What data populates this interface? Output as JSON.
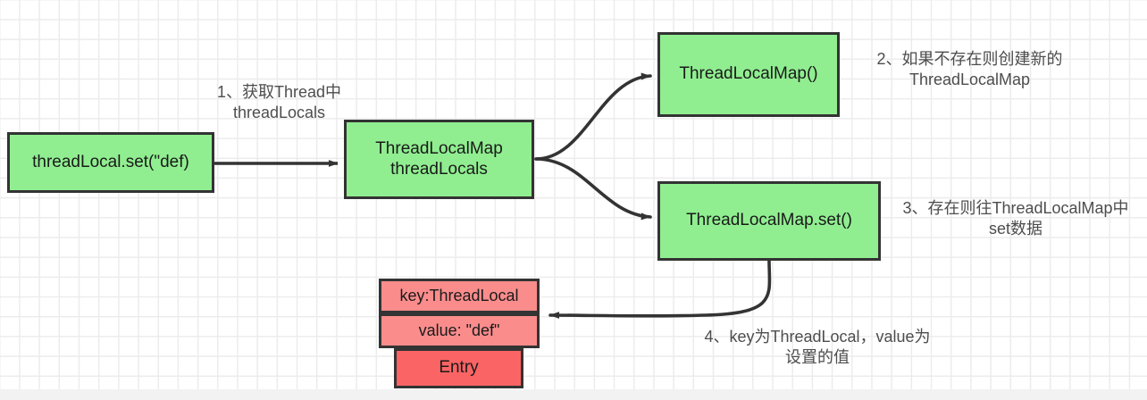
{
  "diagram": {
    "title": "ThreadLocal set flow",
    "colors": {
      "green_fill": "#90ee90",
      "red_light_fill": "#fa8c8c",
      "red_dark_fill": "#fa6464",
      "stroke": "#333333",
      "grid_line": "#ececec",
      "canvas": "#ffffff",
      "label_text": "#4d4d4d"
    },
    "nodes": {
      "threadlocal_set": "threadLocal.set(\"def)",
      "threadlocals": "ThreadLocalMap\nthreadLocals",
      "map_ctor": "ThreadLocalMap()",
      "map_set": "ThreadLocalMap.set()",
      "entry_key": "key:ThreadLocal",
      "entry_value": "value: \"def\"",
      "entry_title": "Entry"
    },
    "labels": {
      "step1": "1、获取Thread中\nthreadLocals",
      "step2": "2、如果不存在则创建新的\nThreadLocalMap",
      "step3": "3、存在则往ThreadLocalMap中\nset数据",
      "step4": "4、key为ThreadLocal，value为\n设置的值"
    },
    "edges": [
      {
        "name": "edge-set-to-threadlocals",
        "from": "threadlocal_set",
        "to": "threadlocals",
        "style": "straight"
      },
      {
        "name": "edge-threadlocals-to-map-ctor",
        "from": "threadlocals",
        "to": "map_ctor",
        "style": "curve-up"
      },
      {
        "name": "edge-threadlocals-to-map-set",
        "from": "threadlocals",
        "to": "map_set",
        "style": "curve-down"
      },
      {
        "name": "edge-map-set-to-entry",
        "from": "map_set",
        "to": "entry_key",
        "style": "curve-down-left"
      }
    ]
  }
}
